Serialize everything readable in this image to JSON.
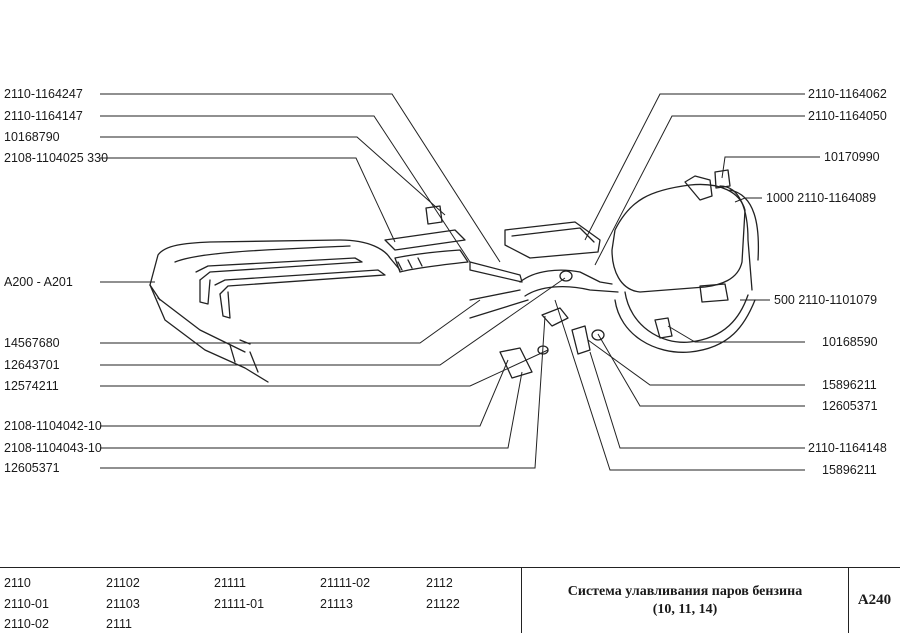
{
  "callouts_left": [
    "2110-1164247",
    "2110-1164147",
    "10168790",
    "2108-1104025 330",
    "A200 - A201",
    "14567680",
    "12643701",
    "12574211",
    "2108-1104042-10",
    "2108-1104043-10",
    "12605371"
  ],
  "callouts_right": [
    "2110-1164062",
    "2110-1164050",
    "10170990",
    "1000  2110-1164089",
    "500  2110-1101079",
    "10168590",
    "15896211",
    "12605371",
    "2110-1164148",
    "15896211"
  ],
  "models": [
    "2110",
    "21102",
    "21111",
    "21111-02",
    "2112",
    "2110-01",
    "21103",
    "21111-01",
    "21113",
    "21122",
    "2110-02",
    "2111"
  ],
  "title": {
    "line1": "Система улавливания паров бензина",
    "line2": "(10, 11, 14)"
  },
  "diagram_code": "A240"
}
